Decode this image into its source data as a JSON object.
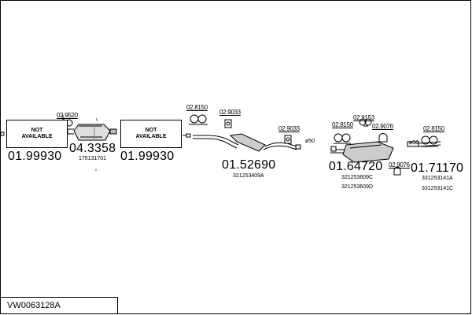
{
  "diagram": {
    "groups": [
      {
        "id": "g1",
        "not_available": [
          "NOT",
          "AVAILABLE"
        ],
        "number": "01.99930"
      },
      {
        "id": "g2",
        "number": "04.3358",
        "sub": "175131701",
        "clamp": "02.9520"
      },
      {
        "id": "g3",
        "not_available": [
          "NOT",
          "AVAILABLE"
        ],
        "number": "01.99930"
      },
      {
        "id": "g4",
        "number": "01.52690",
        "sub": "321253409A",
        "hangers": [
          "02.8150",
          "02.9033",
          "02.9033"
        ],
        "diameter": "ø50"
      },
      {
        "id": "g5",
        "number": "01.64720",
        "subs": [
          "321253609C",
          "321253609D"
        ],
        "hangers": [
          "02.8150",
          "02.9153",
          "02.9076",
          "02.9076"
        ]
      },
      {
        "id": "g6",
        "number": "01.71170",
        "subs": [
          "331253141A",
          "331253141C"
        ],
        "hangers": [
          "02.8150"
        ],
        "diameter": "ø50"
      }
    ],
    "code": "VW0063128A"
  }
}
